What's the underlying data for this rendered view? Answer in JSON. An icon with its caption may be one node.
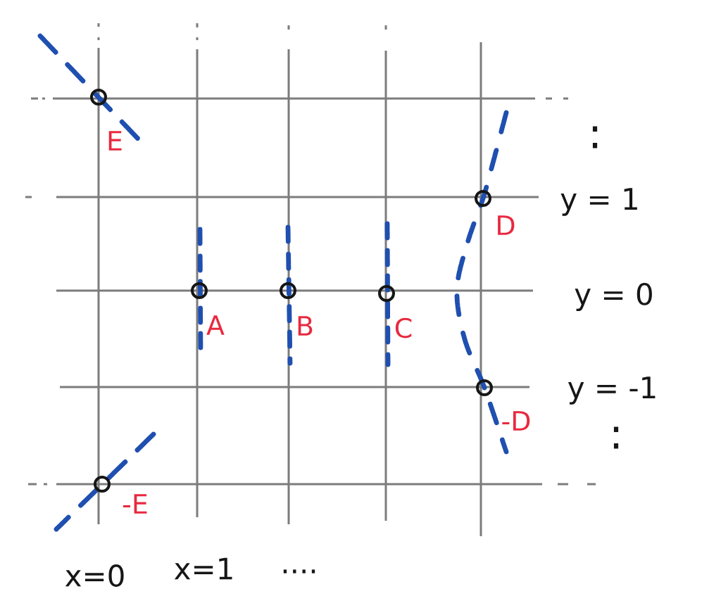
{
  "diagram": {
    "nodes": [
      {
        "text": [],
        "shape": "circle",
        "beside": [
          "E"
        ]
      },
      {
        "text": [],
        "shape": "circle",
        "beside": [
          "D"
        ]
      },
      {
        "text": [],
        "shape": "circle",
        "beside": [
          "A"
        ]
      },
      {
        "text": [],
        "shape": "circle",
        "beside": [
          "B"
        ]
      },
      {
        "text": [],
        "shape": "circle",
        "beside": [
          "C"
        ]
      },
      {
        "text": [],
        "shape": "circle",
        "beside": [
          "-D"
        ]
      },
      {
        "text": [],
        "shape": "circle",
        "beside": [
          "-E"
        ]
      }
    ],
    "labels": [
      ":",
      "y = 1",
      "y = 0",
      "y = -1",
      ":",
      "x=0",
      "x=1",
      "...."
    ]
  }
}
